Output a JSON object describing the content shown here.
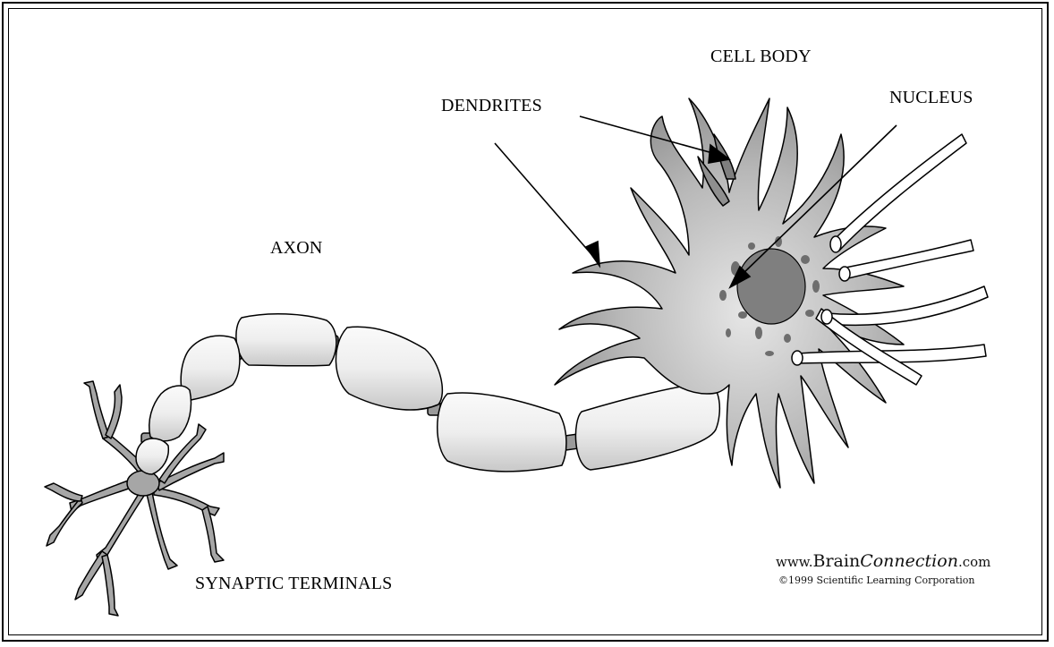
{
  "labels": {
    "cell_body": "CELL BODY",
    "dendrites": "DENDRITES",
    "nucleus": "NUCLEUS",
    "axon": "AXON",
    "synaptic_terminals": "SYNAPTIC TERMINALS"
  },
  "credit": {
    "prefix": "www.",
    "brain": "Brain",
    "connection": "Connection",
    "suffix": ".com",
    "copyright": "©1999 Scientific Learning Corporation"
  },
  "colors": {
    "cell_fill": "#a6a6a6",
    "cell_light": "#d9d9d9",
    "nucleus": "#7f7f7f",
    "myelin": "#ebebeb",
    "node": "#9a9a9a",
    "outline": "#000000"
  }
}
